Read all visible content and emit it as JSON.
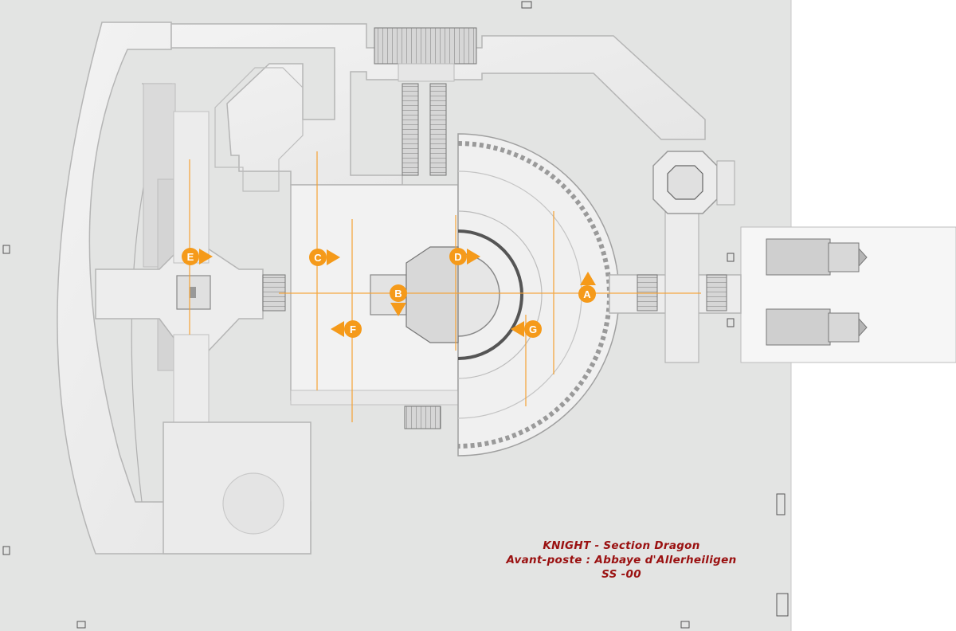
{
  "title_block": {
    "line1": "KNIGHT - Section Dragon",
    "line2": "Avant-poste : Abbaye d'Allerheiligen",
    "line3": "SS -00"
  },
  "markers": [
    {
      "label": "A",
      "direction": "up"
    },
    {
      "label": "B",
      "direction": "down"
    },
    {
      "label": "C",
      "direction": "right"
    },
    {
      "label": "D",
      "direction": "right"
    },
    {
      "label": "E",
      "direction": "right"
    },
    {
      "label": "F",
      "direction": "left"
    },
    {
      "label": "G",
      "direction": "left"
    }
  ],
  "colors": {
    "accent": "#f59a1a",
    "title": "#9a1010",
    "floor": "#ececec",
    "wall": "#bdbdbd",
    "background": "#e3e4e3"
  }
}
